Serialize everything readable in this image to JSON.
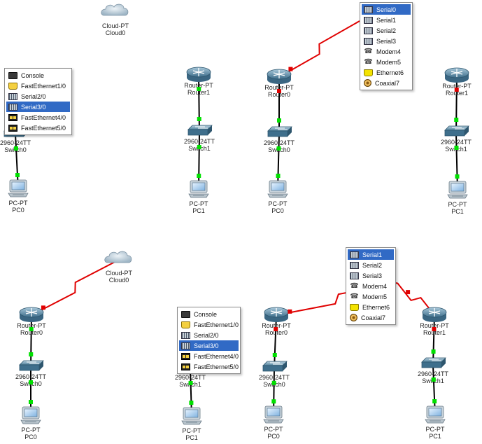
{
  "devices": [
    {
      "id": "cloud0_top",
      "type": "cloud",
      "model": "Cloud-PT",
      "name": "Cloud0"
    },
    {
      "id": "switch0_tl",
      "type": "switch",
      "model": "2960-24TT",
      "name": "Switch0"
    },
    {
      "id": "pc0_tl",
      "type": "pc",
      "model": "PC-PT",
      "name": "PC0"
    },
    {
      "id": "router1_tm",
      "type": "router",
      "model": "Router-PT",
      "name": "Router1"
    },
    {
      "id": "switch1_tm",
      "type": "switch",
      "model": "2960-24TT",
      "name": "Switch1"
    },
    {
      "id": "pc1_tm",
      "type": "pc",
      "model": "PC-PT",
      "name": "PC1"
    },
    {
      "id": "router0_tr",
      "type": "router",
      "model": "Router-PT",
      "name": "Router0"
    },
    {
      "id": "switch0_tr",
      "type": "switch",
      "model": "2960-24TT",
      "name": "Switch0"
    },
    {
      "id": "pc0_tr",
      "type": "pc",
      "model": "PC-PT",
      "name": "PC0"
    },
    {
      "id": "router1_fr",
      "type": "router",
      "model": "Router-PT",
      "name": "Router1"
    },
    {
      "id": "switch1_fr",
      "type": "switch",
      "model": "2960-24TT",
      "name": "Switch1"
    },
    {
      "id": "pc1_fr",
      "type": "pc",
      "model": "PC-PT",
      "name": "PC1"
    },
    {
      "id": "cloud0_bot",
      "type": "cloud",
      "model": "Cloud-PT",
      "name": "Cloud0"
    },
    {
      "id": "router0_bl",
      "type": "router",
      "model": "Router-PT",
      "name": "Router0"
    },
    {
      "id": "switch0_bl",
      "type": "switch",
      "model": "2960-24TT",
      "name": "Switch0"
    },
    {
      "id": "pc0_bl",
      "type": "pc",
      "model": "PC-PT",
      "name": "PC0"
    },
    {
      "id": "switch1_bm",
      "type": "switch",
      "model": "2960-24TT",
      "name": "Switch1"
    },
    {
      "id": "pc1_bm",
      "type": "pc",
      "model": "PC-PT",
      "name": "PC1"
    },
    {
      "id": "router0_br",
      "type": "router",
      "model": "Router-PT",
      "name": "Router0"
    },
    {
      "id": "switch0_br",
      "type": "switch",
      "model": "2960-24TT",
      "name": "Switch0"
    },
    {
      "id": "pc0_br",
      "type": "pc",
      "model": "PC-PT",
      "name": "PC0"
    },
    {
      "id": "router1_bfr",
      "type": "router",
      "model": "Router-PT",
      "name": "Router1"
    },
    {
      "id": "switch1_bfr",
      "type": "switch",
      "model": "2960-24TT",
      "name": "Switch1"
    },
    {
      "id": "pc1_bfr",
      "type": "pc",
      "model": "PC-PT",
      "name": "PC1"
    }
  ],
  "links": [
    {
      "from": "switch0_tl",
      "to": "pc0_tl",
      "kind": "copper-straight",
      "status": "up"
    },
    {
      "from": "router1_tm",
      "to": "switch1_tm",
      "kind": "copper-straight",
      "status": "up"
    },
    {
      "from": "switch1_tm",
      "to": "pc1_tm",
      "kind": "copper-straight",
      "status": "up"
    },
    {
      "from": "router0_tr",
      "to": "switch0_tr",
      "kind": "copper-straight",
      "status": "down"
    },
    {
      "from": "switch0_tr",
      "to": "pc0_tr",
      "kind": "copper-straight",
      "status": "up"
    },
    {
      "from": "router0_tr",
      "to": "menu_top_right",
      "kind": "serial",
      "status": "down"
    },
    {
      "from": "router1_fr",
      "to": "switch1_fr",
      "kind": "copper-straight",
      "status": "down"
    },
    {
      "from": "switch1_fr",
      "to": "pc1_fr",
      "kind": "copper-straight",
      "status": "up"
    },
    {
      "from": "router0_bl",
      "to": "cloud0_bot",
      "kind": "serial",
      "status": "down"
    },
    {
      "from": "router0_bl",
      "to": "switch0_bl",
      "kind": "copper-straight",
      "status": "up"
    },
    {
      "from": "switch0_bl",
      "to": "pc0_bl",
      "kind": "copper-straight",
      "status": "up"
    },
    {
      "from": "switch1_bm",
      "to": "pc1_bm",
      "kind": "copper-straight",
      "status": "up"
    },
    {
      "from": "router0_br",
      "to": "menu_bottom_right",
      "kind": "serial",
      "status": "down"
    },
    {
      "from": "menu_bottom_right",
      "to": "router1_bfr",
      "kind": "serial",
      "status": "down"
    },
    {
      "from": "router0_br",
      "to": "switch0_br",
      "kind": "copper-straight",
      "status": "down"
    },
    {
      "from": "switch0_br",
      "to": "pc0_br",
      "kind": "copper-straight",
      "status": "up"
    },
    {
      "from": "router1_bfr",
      "to": "switch1_bfr",
      "kind": "copper-straight",
      "status": "down"
    },
    {
      "from": "switch1_bfr",
      "to": "pc1_bfr",
      "kind": "copper-straight",
      "status": "up"
    }
  ],
  "menus": [
    {
      "id": "menu_top_left",
      "items": [
        {
          "label": "Console",
          "icon": "console-port-icon",
          "selected": false
        },
        {
          "label": "FastEthernet1/0",
          "icon": "fastethernet-port-icon",
          "selected": false
        },
        {
          "label": "Serial2/0",
          "icon": "serial-port-icon",
          "selected": false
        },
        {
          "label": "Serial3/0",
          "icon": "serial-port-icon",
          "selected": true
        },
        {
          "label": "FastEthernet4/0",
          "icon": "fastethernet-switch-port-icon",
          "selected": false
        },
        {
          "label": "FastEthernet5/0",
          "icon": "fastethernet-switch-port-icon",
          "selected": false
        }
      ]
    },
    {
      "id": "menu_top_right",
      "items": [
        {
          "label": "Serial0",
          "icon": "serial-port-icon",
          "selected": true
        },
        {
          "label": "Serial1",
          "icon": "serial-port-icon",
          "selected": false
        },
        {
          "label": "Serial2",
          "icon": "serial-port-icon",
          "selected": false
        },
        {
          "label": "Serial3",
          "icon": "serial-port-icon",
          "selected": false
        },
        {
          "label": "Modem4",
          "icon": "modem-port-icon",
          "selected": false
        },
        {
          "label": "Modem5",
          "icon": "modem-port-icon",
          "selected": false
        },
        {
          "label": "Ethernet6",
          "icon": "ethernet-port-icon",
          "selected": false
        },
        {
          "label": "Coaxial7",
          "icon": "coaxial-port-icon",
          "selected": false
        }
      ]
    },
    {
      "id": "menu_bottom_mid",
      "items": [
        {
          "label": "Console",
          "icon": "console-port-icon",
          "selected": false
        },
        {
          "label": "FastEthernet1/0",
          "icon": "fastethernet-port-icon",
          "selected": false
        },
        {
          "label": "Serial2/0",
          "icon": "serial-port-icon",
          "selected": false
        },
        {
          "label": "Serial3/0",
          "icon": "serial-port-icon",
          "selected": true
        },
        {
          "label": "FastEthernet4/0",
          "icon": "fastethernet-switch-port-icon",
          "selected": false
        },
        {
          "label": "FastEthernet5/0",
          "icon": "fastethernet-switch-port-icon",
          "selected": false
        }
      ]
    },
    {
      "id": "menu_bottom_right",
      "items": [
        {
          "label": "Serial1",
          "icon": "serial-port-icon",
          "selected": true
        },
        {
          "label": "Serial2",
          "icon": "serial-port-icon",
          "selected": false
        },
        {
          "label": "Serial3",
          "icon": "serial-port-icon",
          "selected": false
        },
        {
          "label": "Modem4",
          "icon": "modem-port-icon",
          "selected": false
        },
        {
          "label": "Modem5",
          "icon": "modem-port-icon",
          "selected": false
        },
        {
          "label": "Ethernet6",
          "icon": "ethernet-port-icon",
          "selected": false
        },
        {
          "label": "Coaxial7",
          "icon": "coaxial-port-icon",
          "selected": false
        }
      ]
    }
  ],
  "colors": {
    "link_copper": "#000000",
    "link_serial": "#e00000",
    "status_up": "#00e000",
    "status_down": "#e00000",
    "selection": "#316ac5"
  }
}
